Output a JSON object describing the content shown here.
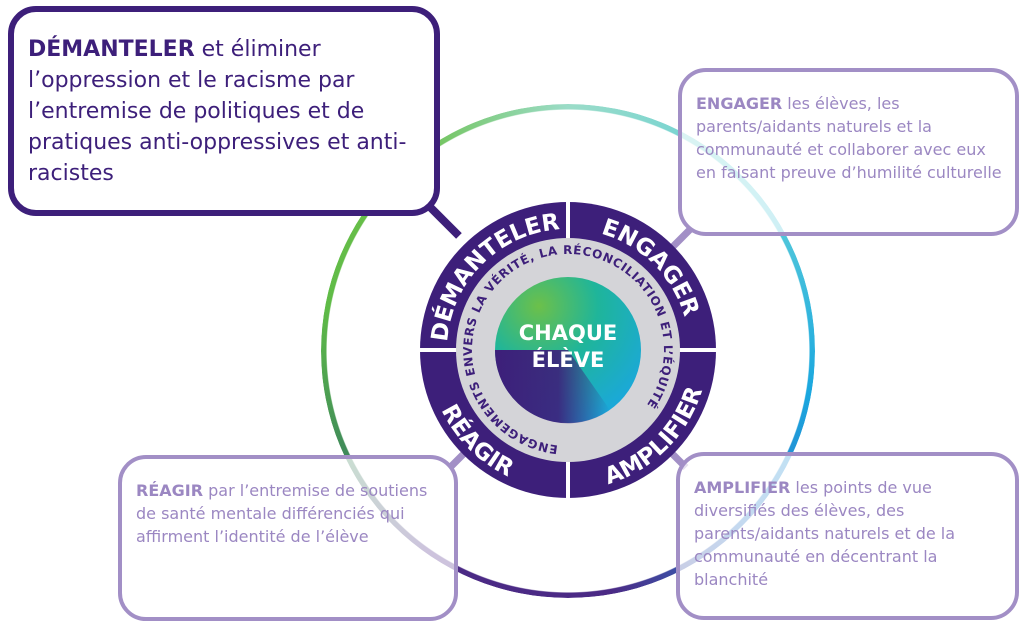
{
  "center": {
    "line1": "CHAQUE",
    "line2": "ÉLÈVE"
  },
  "commitment_ring": "ENGAGEMENTS ENVERS LA VÉRITÉ, LA RÉCONCILIATION ET L’ÉQUITÉ",
  "quadrants": {
    "dismantle": "DÉMANTELER",
    "engage": "ENGAGER",
    "respond": "RÉAGIR",
    "amplify": "AMPLIFIER"
  },
  "boxes": {
    "dismantle": {
      "keyword": "DÉMANTELER",
      "text": " et éliminer l’oppression et le racisme par l’entremise de politiques et de pratiques anti-oppressives et anti-racistes"
    },
    "engage": {
      "keyword": "ENGAGER",
      "text": " les élèves, les parents/aidants naturels et la communauté et collaborer avec eux en faisant preuve d’humilité culturelle"
    },
    "respond": {
      "keyword": "RÉAGIR",
      "text": " par l’entremise de soutiens de santé mentale différenciés qui affirment l’identité de l’élève"
    },
    "amplify": {
      "keyword": "AMPLIFIER",
      "text": " les points de vue diversifiés des élèves, des parents/aidants naturels et de la communauté en décentrant la blanchité"
    }
  },
  "colors": {
    "dark_purple": "#3d1f7a",
    "light_purple": "#a28fc6",
    "gray": "#d4d4d8",
    "green": "#5fbb47",
    "blue": "#1aa7df"
  }
}
